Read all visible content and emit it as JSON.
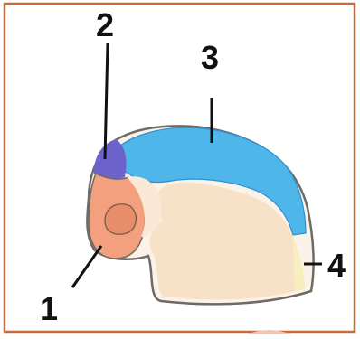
{
  "labels": {
    "one": "1",
    "two": "2",
    "three": "3",
    "four": "4"
  },
  "colors": {
    "frame": "#c86a3a",
    "outline": "#6f6a64",
    "blue": "#4fb6ea",
    "blue_dark": "#2f8fd0",
    "purple": "#6b63c9",
    "salmon": "#f2a07e",
    "salmon_dark": "#e88d69",
    "cream": "#f7e2c8",
    "yellow": "#f8efc0",
    "bottom_mark": "#f4c6b4",
    "text": "#111111"
  }
}
